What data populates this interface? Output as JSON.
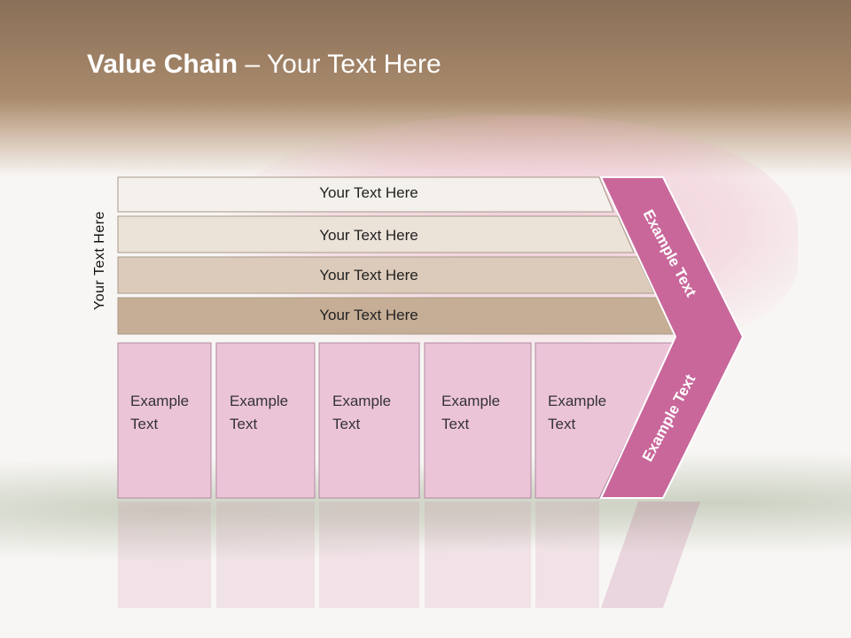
{
  "slide": {
    "title_bold": "Value Chain",
    "title_rest": " – Your Text Here",
    "vertical_label": "Your Text Here"
  },
  "rows": [
    {
      "label": "Your Text Here",
      "color": "#f4f1ec"
    },
    {
      "label": "Your Text Here",
      "color": "#ebe2d8"
    },
    {
      "label": "Your Text Here",
      "color": "#dccbba"
    },
    {
      "label": "Your Text Here",
      "color": "#c6ae96"
    }
  ],
  "boxes": [
    {
      "text": "Example\nText"
    },
    {
      "text": "Example\nText"
    },
    {
      "text": "Example\nText"
    },
    {
      "text": "Example\nText"
    },
    {
      "text": "Example\nText"
    }
  ],
  "chevron": {
    "top_label": "Example Text",
    "bottom_label": "Example Text",
    "color": "#c9679a"
  },
  "colors": {
    "box_fill": "#ecc4d8",
    "box_border": "#b08aa0",
    "header": "#a98a6c"
  }
}
